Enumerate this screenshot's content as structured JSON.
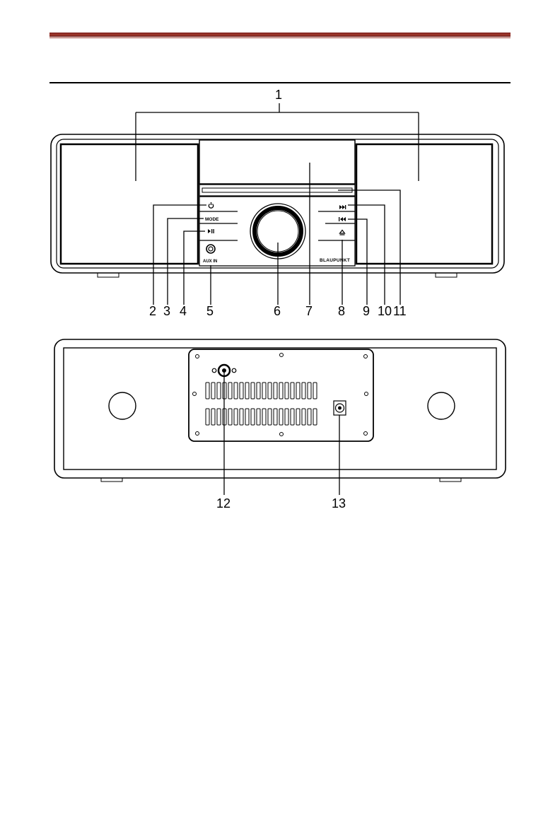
{
  "callouts": {
    "c1": "1",
    "c2": "2",
    "c3": "3",
    "c4": "4",
    "c5": "5",
    "c6": "6",
    "c7": "7",
    "c8": "8",
    "c9": "9",
    "c10": "10",
    "c11": "11",
    "c12": "12",
    "c13": "13"
  },
  "panel_labels": {
    "mode": "MODE",
    "aux_in": "AUX IN",
    "brand": "BLAUPUNKT"
  },
  "icons": {
    "power": "power-icon",
    "play_pause": "play-pause-icon",
    "next": "skip-next-icon",
    "prev": "skip-previous-icon",
    "eject": "eject-icon"
  },
  "colors": {
    "header_bar": "#8b2a22",
    "line": "#000000"
  }
}
